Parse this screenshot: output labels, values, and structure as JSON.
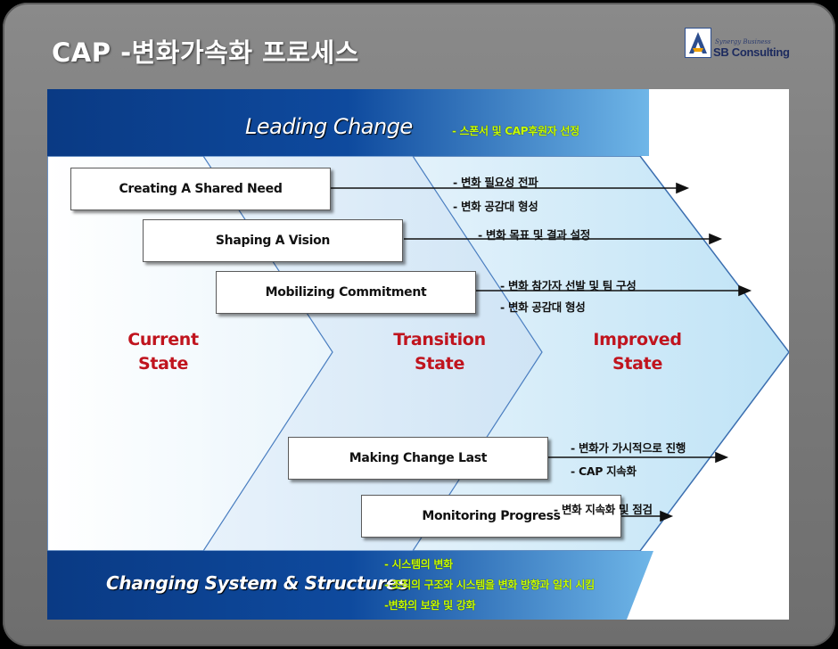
{
  "title": "CAP -변화가속화 프로세스",
  "logo": {
    "tagline": "Synergy Business",
    "text": "SB Consulting"
  },
  "leading": {
    "label": "Leading Change",
    "note": "- 스폰서 및 CAP후원자 선정"
  },
  "steps": [
    {
      "label": "Creating A Shared Need",
      "notes": [
        "- 변화 필요성 전파",
        "- 변화 공감대 형성"
      ]
    },
    {
      "label": "Shaping A Vision",
      "notes": [
        "- 변화 목표 및 결과 설정"
      ]
    },
    {
      "label": "Mobilizing Commitment",
      "notes": [
        "- 변화 참가자 선발 및 팀 구성",
        "- 변화 공감대 형성"
      ]
    },
    {
      "label": "Making Change Last",
      "notes": [
        "- 변화가 가시적으로 진행",
        "- CAP 지속화"
      ]
    },
    {
      "label": "Monitoring Progress",
      "notes": [
        "- 변화 지속화 및 점검"
      ]
    }
  ],
  "states": [
    {
      "line1": "Current",
      "line2": "State"
    },
    {
      "line1": "Transition",
      "line2": "State"
    },
    {
      "line1": "Improved",
      "line2": "State"
    }
  ],
  "changing": {
    "label": "Changing System & Structures",
    "notes": [
      "- 시스템의 변화",
      "- 조직의 구조와 시스템을 변화 방향과 일치 시킴",
      "-변화의 보완 및 강화"
    ]
  },
  "colors": {
    "state_text": "#c0141e",
    "note_green": "#c8ff00",
    "band_blue": "#0d3f8a"
  }
}
